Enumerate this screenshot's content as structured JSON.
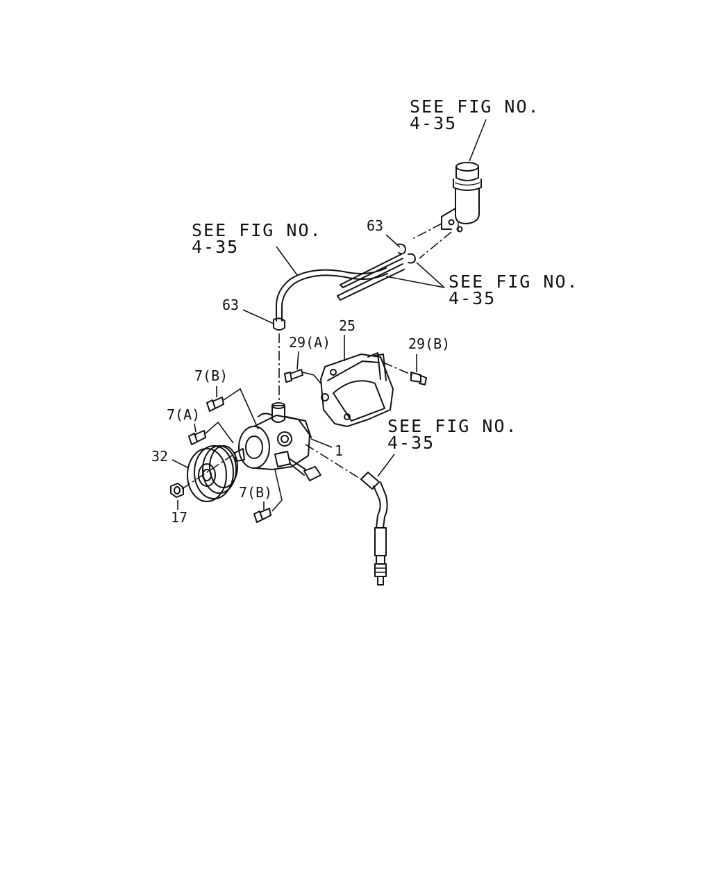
{
  "references": [
    {
      "line1": "SEE FIG NO.",
      "line2": "4-35"
    },
    {
      "line1": "SEE FIG NO.",
      "line2": "4-35"
    },
    {
      "line1": "SEE FIG NO.",
      "line2": "4-35"
    },
    {
      "line1": "SEE FIG NO.",
      "line2": "4-35"
    }
  ],
  "callouts": {
    "clip_upper": "63",
    "clip_lower": "63",
    "bracket": "25",
    "bolt_29a": "29(A)",
    "bolt_29b": "29(B)",
    "bolt_7b_top": "7(B)",
    "bolt_7a": "7(A)",
    "pulley": "32",
    "nut": "17",
    "bolt_7b_bottom": "7(B)",
    "pump": "1"
  }
}
